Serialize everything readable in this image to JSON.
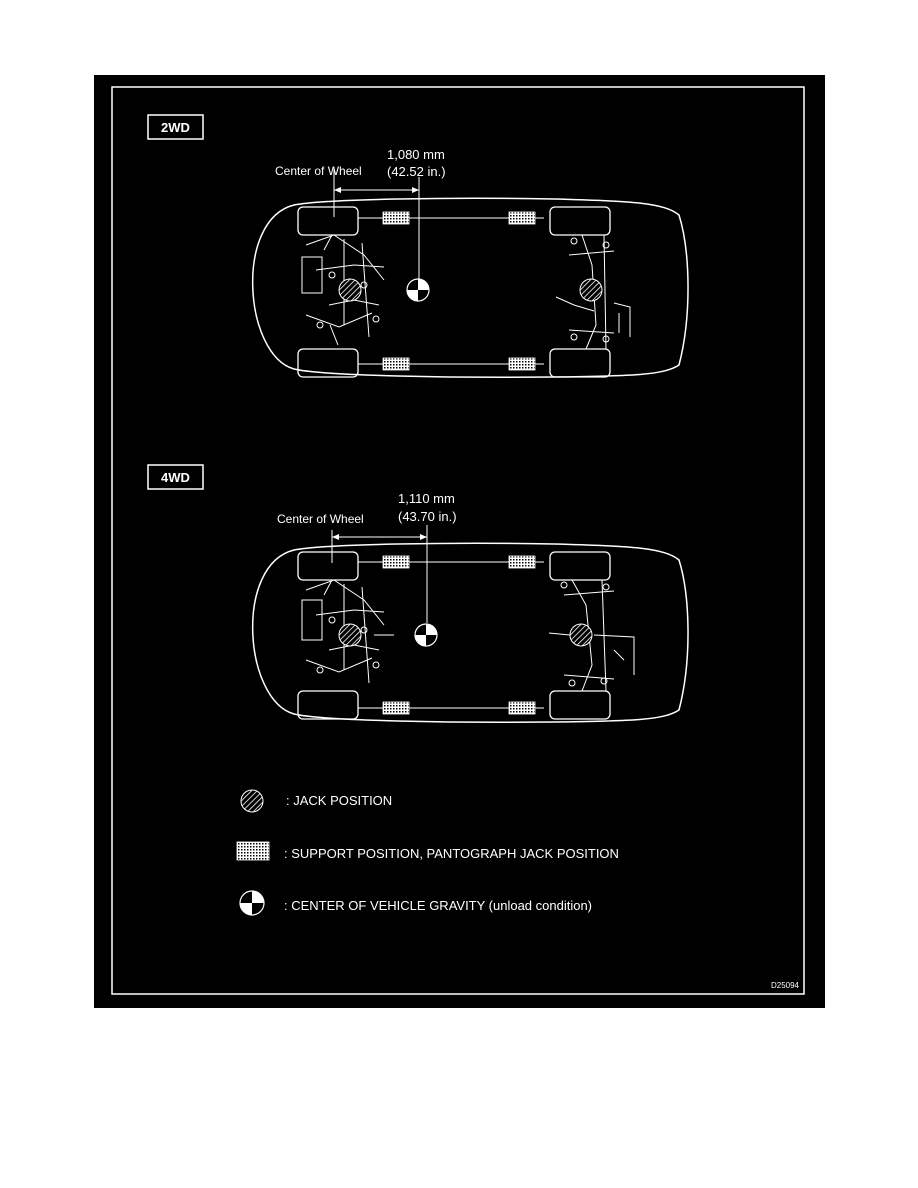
{
  "diagram": {
    "figure_id": "D25094",
    "sections": [
      {
        "badge": "2WD",
        "center_of_wheel_label": "Center of Wheel",
        "distance_mm": "1,080 mm",
        "distance_in": "(42.52 in.)"
      },
      {
        "badge": "4WD",
        "center_of_wheel_label": "Center of Wheel",
        "distance_mm": "1,110 mm",
        "distance_in": "(43.70 in.)"
      }
    ],
    "legend": [
      {
        "icon": "jack-position-icon",
        "label": ": JACK POSITION"
      },
      {
        "icon": "support-position-icon",
        "label": ": SUPPORT POSITION, PANTOGRAPH JACK POSITION"
      },
      {
        "icon": "center-of-gravity-icon",
        "label": ": CENTER OF VEHICLE GRAVITY (unload condition)"
      }
    ]
  },
  "colors": {
    "background": "#000000",
    "line": "#ffffff"
  }
}
